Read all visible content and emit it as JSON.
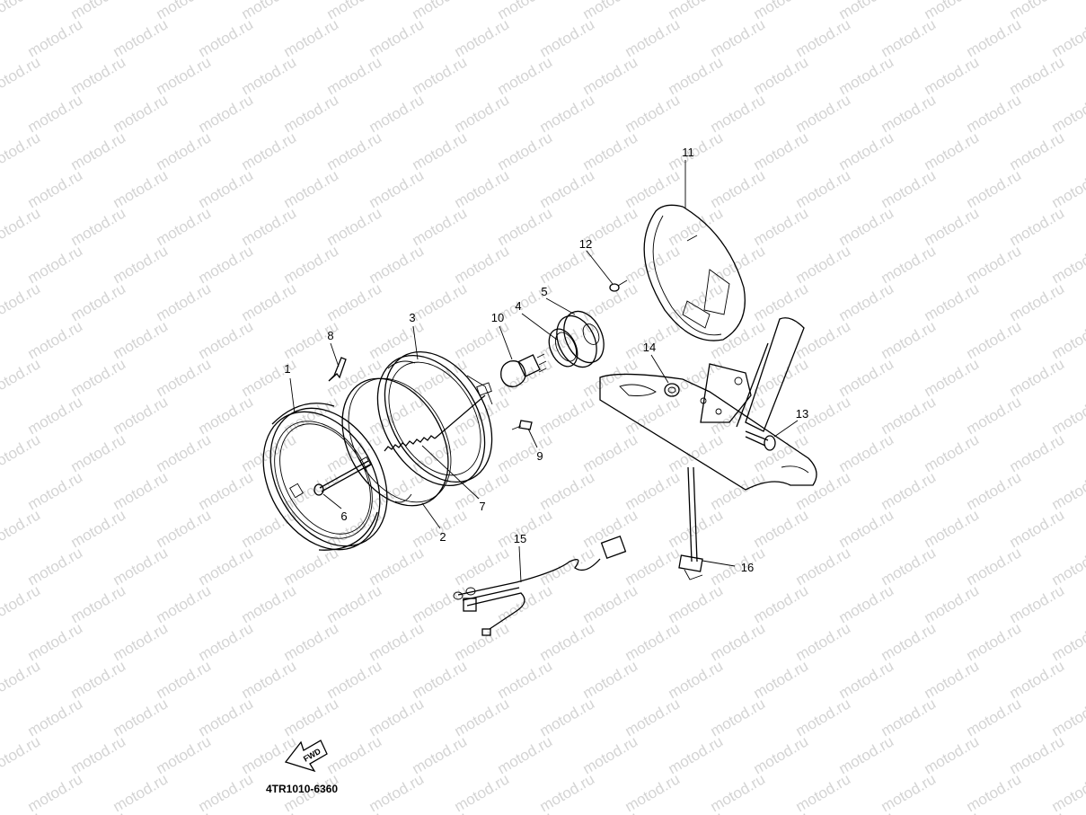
{
  "watermark": "motod.ru",
  "diagram_code": "4TR1010-6360",
  "forward_arrow": {
    "label": "FWD"
  },
  "callouts": [
    {
      "id": "1",
      "label": "1"
    },
    {
      "id": "2",
      "label": "2"
    },
    {
      "id": "3",
      "label": "3"
    },
    {
      "id": "4",
      "label": "4"
    },
    {
      "id": "5",
      "label": "5"
    },
    {
      "id": "6",
      "label": "6"
    },
    {
      "id": "7",
      "label": "7"
    },
    {
      "id": "8",
      "label": "8"
    },
    {
      "id": "9",
      "label": "9"
    },
    {
      "id": "10",
      "label": "10"
    },
    {
      "id": "11",
      "label": "11"
    },
    {
      "id": "12",
      "label": "12"
    },
    {
      "id": "13",
      "label": "13"
    },
    {
      "id": "14",
      "label": "14"
    },
    {
      "id": "15",
      "label": "15"
    },
    {
      "id": "16",
      "label": "16"
    }
  ]
}
